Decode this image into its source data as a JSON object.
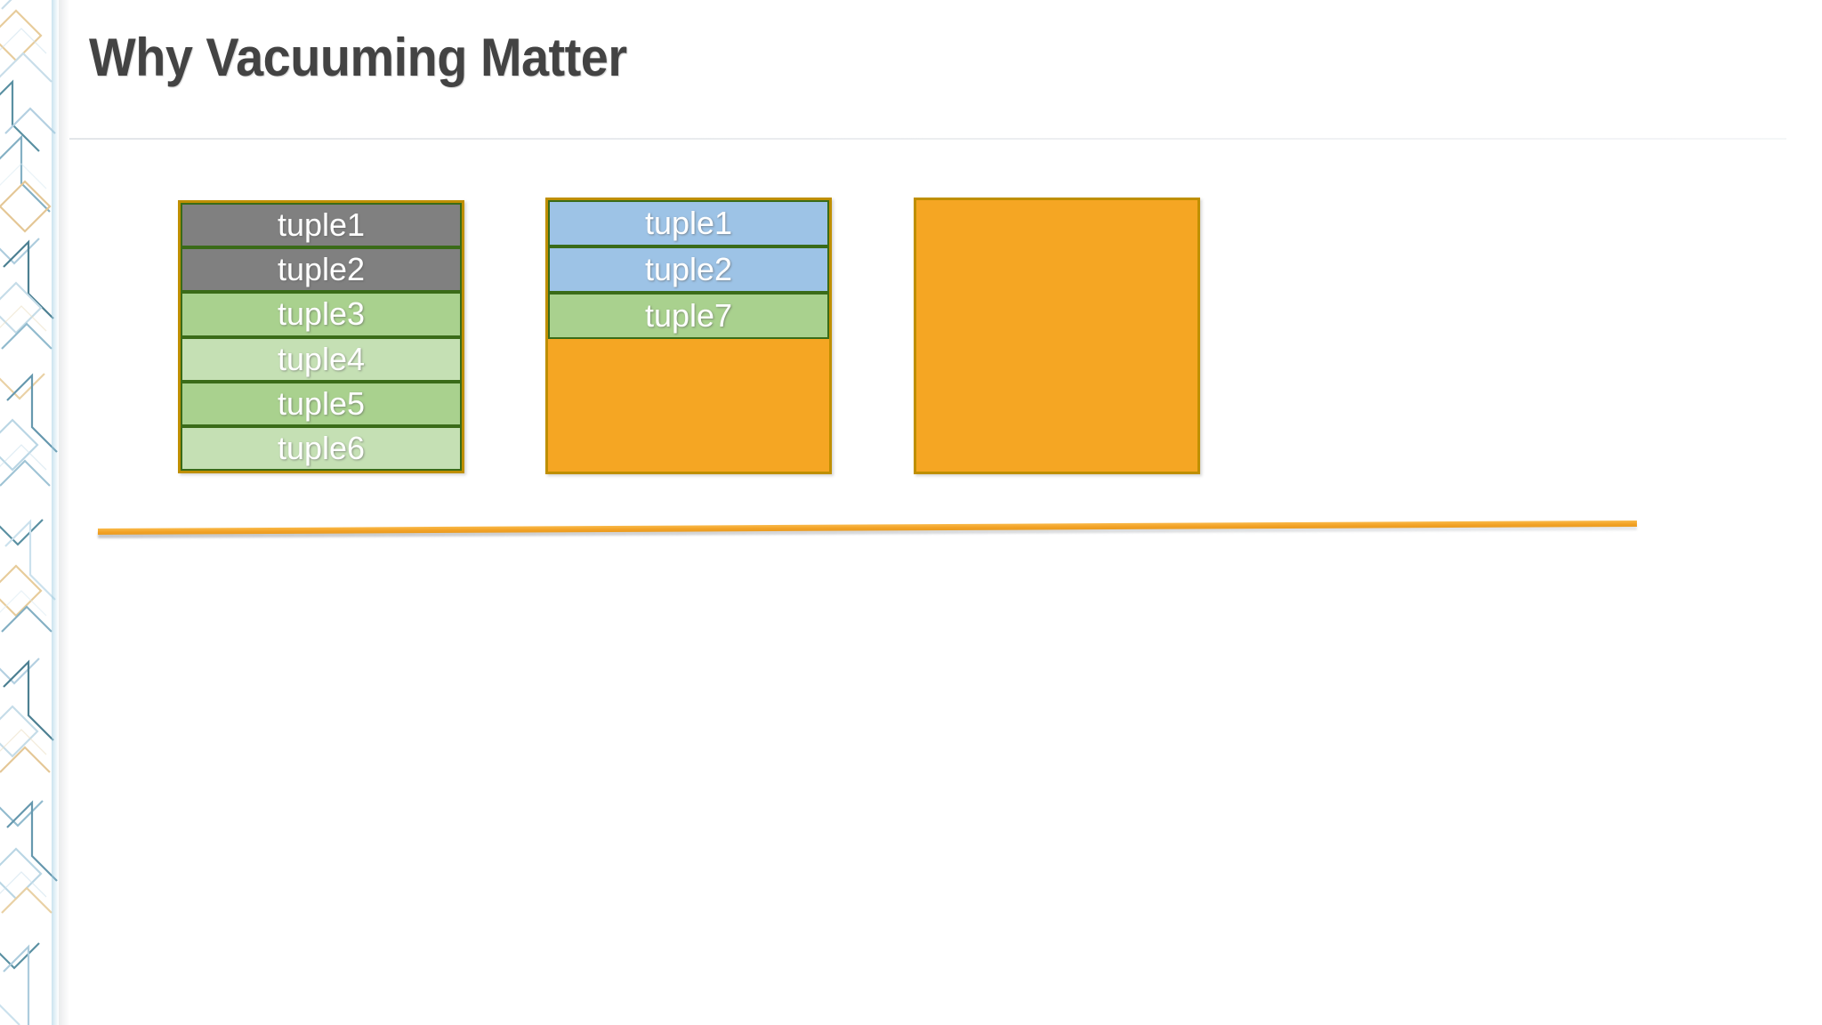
{
  "slide": {
    "title": "Why Vacuuming Matter",
    "background_color": "#FFFFFF"
  },
  "theme": {
    "accent_orange": "#F5A623",
    "border_orange": "#BF8F00",
    "row_border_green": "#3A6B18",
    "title_color": "#434343",
    "divider_color": "#F2A124",
    "decor_teal": "#4E8E9E",
    "decor_blue": "#9CC8DE",
    "decor_orange": "#E9C98B"
  },
  "diagram": {
    "boxes": [
      {
        "name": "heap-page-before-vacuum",
        "rows": [
          {
            "label": "tuple1",
            "fill": "#808080",
            "state": "dead"
          },
          {
            "label": "tuple2",
            "fill": "#808080",
            "state": "dead"
          },
          {
            "label": "tuple3",
            "fill": "#A9D18E",
            "state": "live"
          },
          {
            "label": "tuple4",
            "fill": "#C5E0B4",
            "state": "live"
          },
          {
            "label": "tuple5",
            "fill": "#A9D18E",
            "state": "live"
          },
          {
            "label": "tuple6",
            "fill": "#C5E0B4",
            "state": "live"
          }
        ],
        "free_space": false
      },
      {
        "name": "heap-page-after-vacuum",
        "rows": [
          {
            "label": "tuple1",
            "fill": "#9DC3E6",
            "state": "live"
          },
          {
            "label": "tuple2",
            "fill": "#9DC3E6",
            "state": "live"
          },
          {
            "label": "tuple7",
            "fill": "#A9D18E",
            "state": "live"
          }
        ],
        "free_space": true
      },
      {
        "name": "heap-page-empty",
        "rows": [],
        "free_space": true
      }
    ]
  }
}
